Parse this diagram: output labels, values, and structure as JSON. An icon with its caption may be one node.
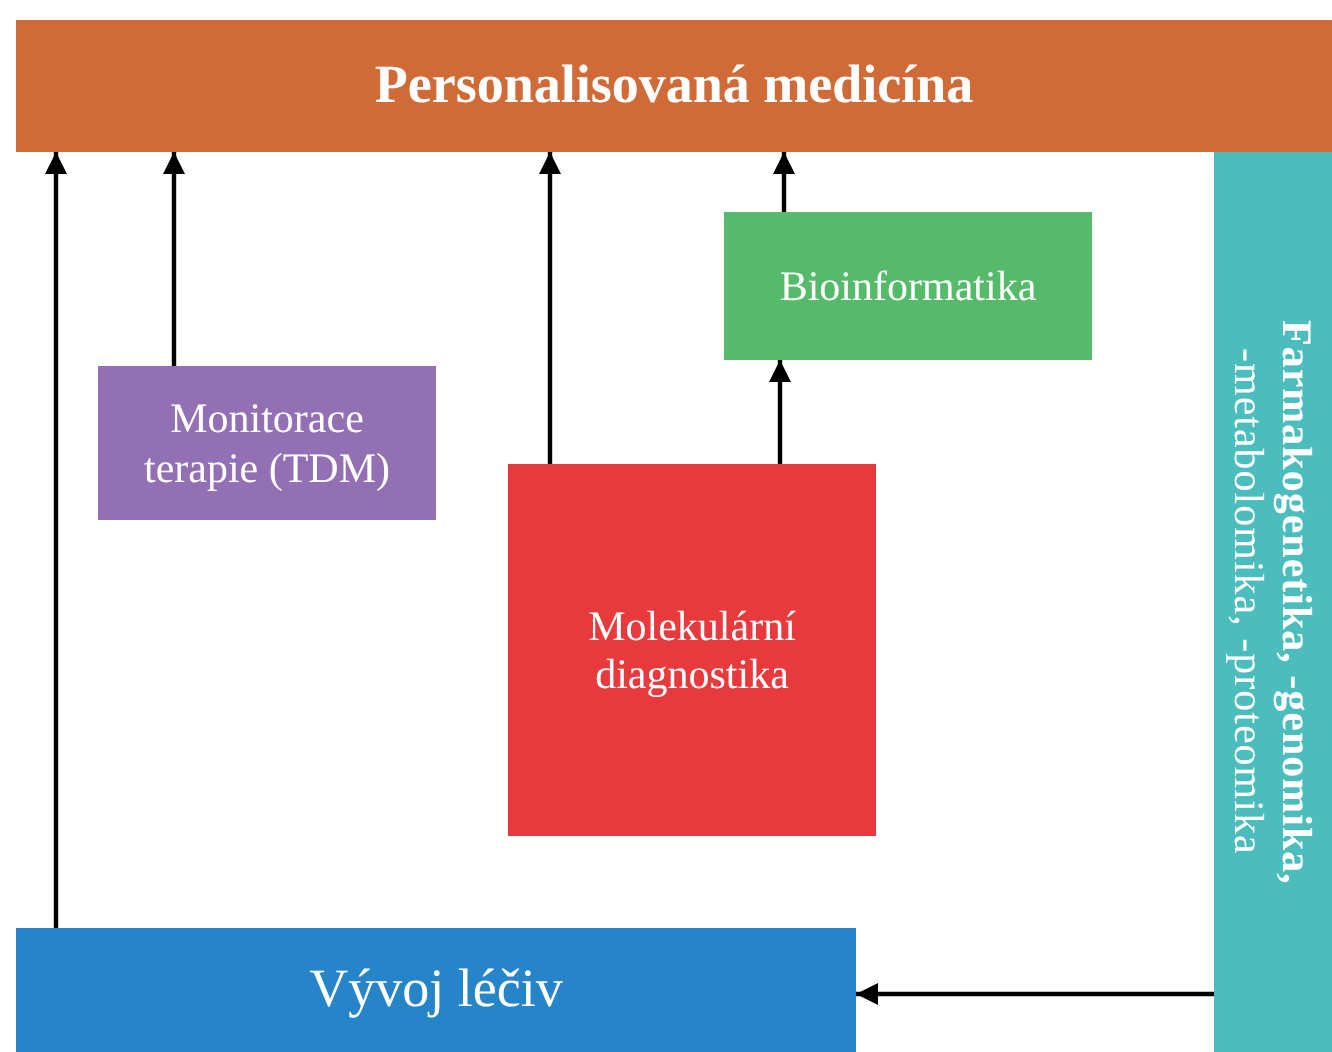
{
  "diagram": {
    "nodes": [
      {
        "text": [
          "Personalisovaná medicína"
        ]
      },
      {
        "text": [
          "Bioinformatika"
        ]
      },
      {
        "text": [
          "Monitorace terapie (TDM)"
        ]
      },
      {
        "text": [
          "Molekulární diagnostika"
        ]
      },
      {
        "text": [
          "Vývoj léčiv"
        ]
      },
      {
        "text": [
          "Farmakogenetika, -genomika,",
          "-metabolomika, -proteomika"
        ]
      }
    ],
    "edges": [
      {
        "from": 4,
        "to": 0,
        "arrow": "to"
      },
      {
        "from": 2,
        "to": 0,
        "arrow": "to"
      },
      {
        "from": 3,
        "to": 0,
        "arrow": "to"
      },
      {
        "from": 3,
        "to": 1,
        "arrow": "to"
      },
      {
        "from": 1,
        "to": 0,
        "arrow": "to"
      },
      {
        "from": 5,
        "to": 4,
        "arrow": "to"
      }
    ]
  }
}
